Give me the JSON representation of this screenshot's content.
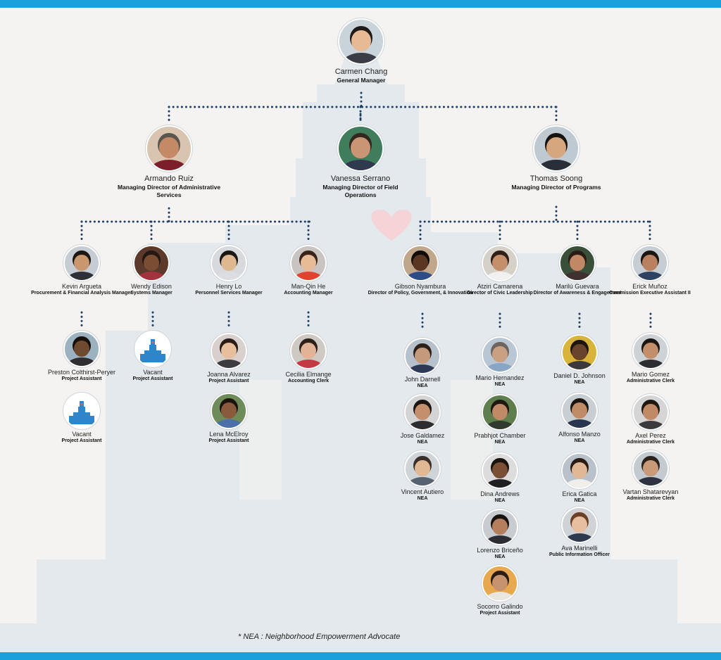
{
  "footnote": "* NEA : Neighborhood Empowerment Advocate",
  "colors": {
    "accent_bar": "#1ba0dc",
    "connector": "#1f3f66",
    "background": "#f4f3f1",
    "building": "#e3e9ec",
    "heart": "#f5d3d6"
  },
  "org": {
    "top": {
      "name": "Carmen Chang",
      "title": "General Manager",
      "skin": "#e8b995",
      "hair": "#1f1a17",
      "shirt": "#3a3d46",
      "bg": "#c9d3da"
    },
    "directors": [
      {
        "name": "Armando Ruiz",
        "title": "Managing Director of Administrative Services",
        "skin": "#c48a66",
        "hair": "#5b5550",
        "shirt": "#7c1f2a",
        "bg": "#d9c4b0"
      },
      {
        "name": "Vanessa Serrano",
        "title": "Managing Director of Field Operations",
        "skin": "#c99575",
        "hair": "#33271f",
        "shirt": "#2f3a4e",
        "bg": "#3f7d5c"
      },
      {
        "name": "Thomas Soong",
        "title": "Managing Director of Programs",
        "skin": "#d6a77f",
        "hair": "#17130f",
        "shirt": "#2a2e39",
        "bg": "#bfc9d2"
      }
    ],
    "managers": [
      {
        "name": "Kevin Argueta",
        "title": "Procurement & Financial Analysis Manager",
        "skin": "#c9966e",
        "hair": "#1b1612",
        "shirt": "#2d3036",
        "bg": "#c5ccd3"
      },
      {
        "name": "Wendy Edison",
        "title": "Systems Manager",
        "skin": "#7b4e34",
        "hair": "#241812",
        "shirt": "#a3333d",
        "bg": "#5b3a2c"
      },
      {
        "name": "Henry Lo",
        "title": "Personnel Services Manager",
        "skin": "#e0b890",
        "hair": "#1a1714",
        "shirt": "#dcdde2",
        "bg": "#d7d9dc"
      },
      {
        "name": "Man-Qin He",
        "title": "Accounting Manager",
        "skin": "#e7bb95",
        "hair": "#3a241a",
        "shirt": "#e0442f",
        "bg": "#c9c4c2"
      },
      {
        "name": "Gibson Nyambura",
        "title": "Director of Policy, Government, & Innovation",
        "skin": "#5b3622",
        "hair": "#120c09",
        "shirt": "#2f4c8a",
        "bg": "#c0a78b"
      },
      {
        "name": "Atziri Camarena",
        "title": "Director of Civic Leadership",
        "skin": "#c58f6c",
        "hair": "#2e1f17",
        "shirt": "#f1f1f1",
        "bg": "#d5d0c8"
      },
      {
        "name": "Marilú Guevara",
        "title": "Director of Awareness & Engagement",
        "skin": "#c08864",
        "hair": "#2a1b14",
        "shirt": "#403030",
        "bg": "#3a4f3a"
      },
      {
        "name": "Erick Muñoz",
        "title": "Commission Executive Assistant II",
        "skin": "#b98160",
        "hair": "#1c1612",
        "shirt": "#2d4361",
        "bg": "#c6cdd3"
      }
    ],
    "staff": [
      {
        "name": "Preston Colthirst-Peryer",
        "title": "Project Assistant",
        "skin": "#6f4a31",
        "hair": "#15100c",
        "shirt": "#2e2e30",
        "bg": "#9db2c1"
      },
      {
        "name": "Vacant",
        "title": "Project Assistant",
        "vacant": true
      },
      {
        "name": "Vacant",
        "title": "Project Assistant",
        "vacant": true
      },
      {
        "name": "Joanna Alvarez",
        "title": "Project Assistant",
        "skin": "#e8bf9d",
        "hair": "#2b1c15",
        "shirt": "#3b3b40",
        "bg": "#d8d0cc"
      },
      {
        "name": "Lena McElroy",
        "title": "Project Assistant",
        "skin": "#8a5a3c",
        "hair": "#1b130e",
        "shirt": "#4b6fa8",
        "bg": "#6e8b5a"
      },
      {
        "name": "Cecilia Elmange",
        "title": "Accounting Clerk",
        "skin": "#e2b394",
        "hair": "#2d2019",
        "shirt": "#c33a44",
        "bg": "#cfc9c4"
      },
      {
        "name": "John Darnell",
        "title": "NEA",
        "skin": "#c59a7a",
        "hair": "#2b211a",
        "shirt": "#2d3a55",
        "bg": "#b7c1cc"
      },
      {
        "name": "Jose Galdamez",
        "title": "NEA",
        "skin": "#c48f6c",
        "hair": "#1b1612",
        "shirt": "#2d2d30",
        "bg": "#d4d4d4"
      },
      {
        "name": "Vincent Autiero",
        "title": "NEA",
        "skin": "#e0b894",
        "hair": "#3b3029",
        "shirt": "#55626f",
        "bg": "#cfd4d8"
      },
      {
        "name": "Mario Hernandez",
        "title": "NEA",
        "skin": "#caa083",
        "hair": "#6d655e",
        "shirt": "#8aa6c5",
        "bg": "#b8c7d3"
      },
      {
        "name": "Prabhjot Chamber",
        "title": "NEA",
        "skin": "#c08a67",
        "hair": "#1e1712",
        "shirt": "#2e3b2e",
        "bg": "#5e7f4d"
      },
      {
        "name": "Dina Andrews",
        "title": "NEA",
        "skin": "#7b4f34",
        "hair": "#1a120d",
        "shirt": "#1f1f24",
        "bg": "#dcdcdc"
      },
      {
        "name": "Lorenzo Briceño",
        "title": "NEA",
        "skin": "#b57e5c",
        "hair": "#17120f",
        "shirt": "#2b2d33",
        "bg": "#c8ccd0"
      },
      {
        "name": "Socorro Galindo",
        "title": "Project Assistant",
        "skin": "#c7936f",
        "hair": "#2b1d15",
        "shirt": "#e9e6e2",
        "bg": "#e7a84f"
      },
      {
        "name": "Daniel D. Johnson",
        "title": "NEA",
        "skin": "#6a432c",
        "hair": "#1c140f",
        "shirt": "#3a3a3e",
        "bg": "#d8b43a"
      },
      {
        "name": "Alfonso Manzo",
        "title": "NEA",
        "skin": "#c08c68",
        "hair": "#1b1612",
        "shirt": "#2a3550",
        "bg": "#c9ced3"
      },
      {
        "name": "Erica Gatica",
        "title": "NEA",
        "skin": "#e2b795",
        "hair": "#2a1d16",
        "shirt": "#f0eeea",
        "bg": "#b9c2ca"
      },
      {
        "name": "Ava Marinelli",
        "title": "Public Information Officer",
        "skin": "#e8bea0",
        "hair": "#6d3f25",
        "shirt": "#2e3b4e",
        "bg": "#cfd3d6"
      },
      {
        "name": "Mario Gomez",
        "title": "Administrative Clerk",
        "skin": "#c38f6b",
        "hair": "#1b1612",
        "shirt": "#2b2d33",
        "bg": "#cdd2d6"
      },
      {
        "name": "Axel Perez",
        "title": "Administrative Clerk",
        "skin": "#c08a66",
        "hair": "#1e1813",
        "shirt": "#3b3b3e",
        "bg": "#d5d5d5"
      },
      {
        "name": "Vartan Shatarevyan",
        "title": "Administrative Clerk",
        "skin": "#c89a78",
        "hair": "#2a221c",
        "shirt": "#2d3142",
        "bg": "#c3cad0"
      }
    ]
  }
}
